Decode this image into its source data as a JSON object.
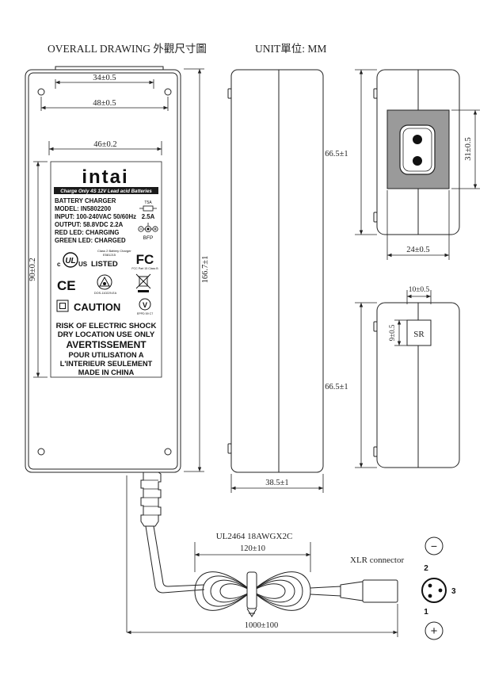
{
  "header": {
    "title": "OVERALL DRAWING 外觀尺寸圖",
    "unit": "UNIT單位: MM"
  },
  "dimensions": {
    "hole_spacing_top": "34±0.5",
    "hole_spacing_wide": "48±0.5",
    "label_width": "46±0.2",
    "label_height": "90±0.2",
    "body_length": "166.7±1",
    "side_width": "38.5±1",
    "end_top_height": "66.5±1",
    "socket_height": "31±0.5",
    "socket_width": "24±0.5",
    "sr_width": "10±0.5",
    "sr_height": "9±0.5",
    "end_bottom_height": "66.5±1",
    "cable_bundle": "120±10",
    "cable_total": "1000±100"
  },
  "label": {
    "brand": "intai",
    "banner": "Charge Only 4S 12V Lead acid Batteries",
    "lines": [
      "BATTERY CHARGER",
      "MODEL: IN5802200",
      "INPUT: 100-240VAC 50/60Hz",
      "OUTPUT: 58.8VDC 2.2A",
      "RED LED: CHARGING",
      "GREEN LED: CHARGED"
    ],
    "fuse_rating": "T5A",
    "fuse_current": "2.5A",
    "polarity_text": "BFP",
    "ul_class": "Class 2 Battery Charger",
    "ul_file": "E581215",
    "ul_listed": "LISTED",
    "ul_c": "c",
    "ul_us": "US",
    "ul_mark": "UL",
    "fc_mark": "FC",
    "fc_note": "FCC Part 15 Class B",
    "ce_mark": "CE",
    "rcm_code": "DOS-110229-EA",
    "v_mark": "V",
    "v_code": "EPPD 59 C7",
    "caution": "CAUTION",
    "warn_lines": [
      "RISK OF ELECTRIC SHOCK",
      "DRY LOCATION USE ONLY"
    ],
    "avert": "AVERTISSEMENT",
    "fr_lines": [
      "POUR UTILISATION A",
      "L'INTERIEUR SEULEMENT",
      "MADE IN CHINA"
    ]
  },
  "end_view": {
    "sr_label": "SR"
  },
  "cable": {
    "spec": "UL2464 18AWGX2C"
  },
  "connector": {
    "name": "XLR connector",
    "pin_top": "2",
    "pin_right": "3",
    "pin_bottom": "1",
    "minus_symbol": "−",
    "plus_symbol": "+"
  }
}
